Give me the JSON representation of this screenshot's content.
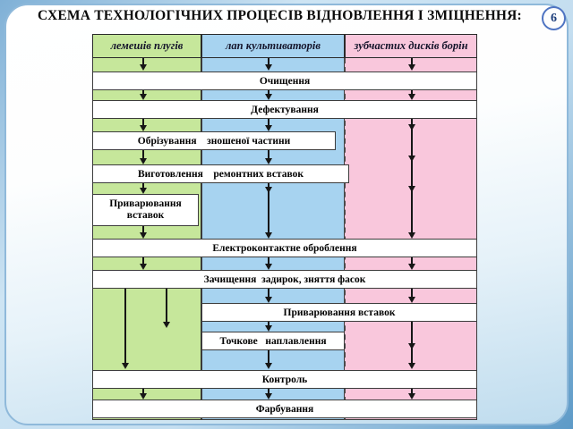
{
  "slide": {
    "title": "СХЕМА ТЕХНОЛОГІЧНИХ ПРОЦЕСІВ ВІДНОВЛЕННЯ І ЗМІЦНЕННЯ:",
    "page_number": "6"
  },
  "columns": [
    {
      "label": "лемешів плугів",
      "color": "#c6e79b"
    },
    {
      "label": "лап культиваторів",
      "color": "#a7d3f0"
    },
    {
      "label": "зубчастих дисків борін",
      "color": "#f9c7dc"
    }
  ],
  "steps": [
    {
      "label": "Очищення"
    },
    {
      "label": "Дефектування"
    },
    {
      "label": "Обрізування    зношеної частини"
    },
    {
      "label": "Виготовлення    ремонтних вставок"
    },
    {
      "label": "Приварювання вставок"
    },
    {
      "label": "Електроконтактне оброблення"
    },
    {
      "label": "Зачищення  задирок, зняття фасок"
    },
    {
      "label": "Приварювання вставок"
    },
    {
      "label": "Точкове   наплавлення"
    },
    {
      "label": "Контроль"
    },
    {
      "label": "Фарбування"
    }
  ]
}
